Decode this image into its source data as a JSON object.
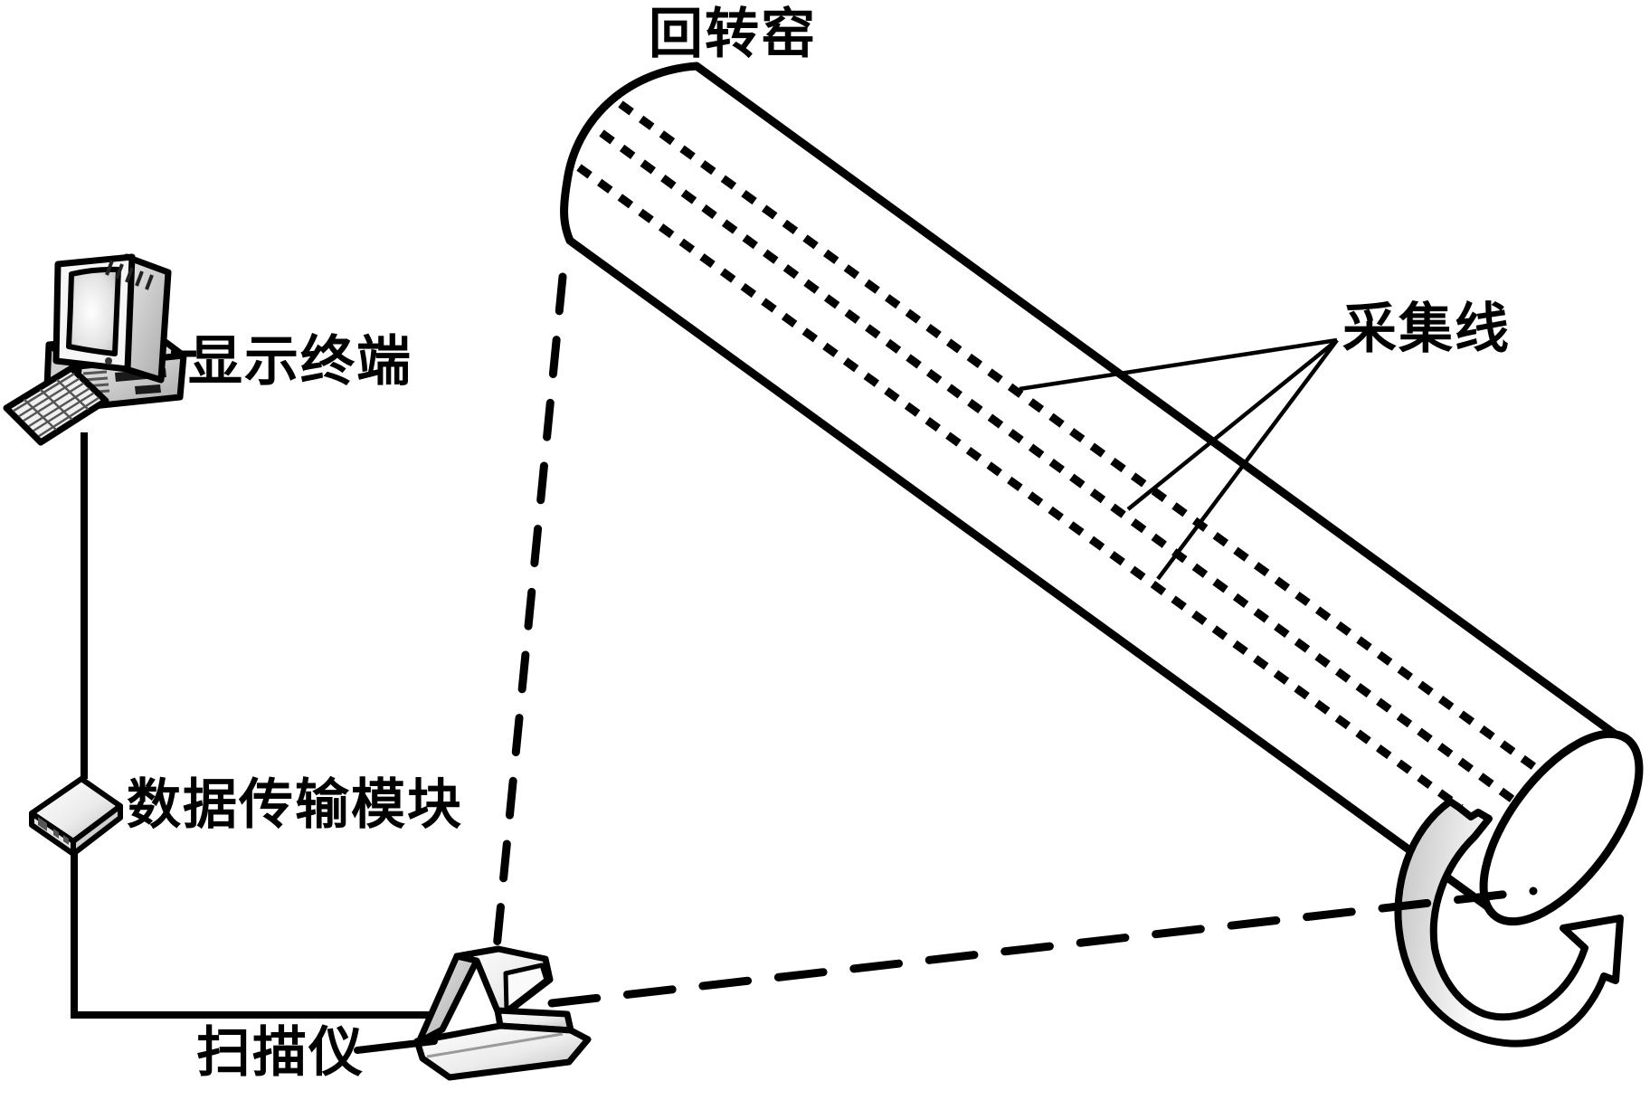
{
  "diagram": {
    "labels": {
      "kiln": "回转窑",
      "collection_lines": "采集线",
      "display_terminal": "显示终端",
      "data_transmission_module": "数据传输模块",
      "scanner": "扫描仪"
    },
    "icons": {
      "computer": "computer-icon",
      "data_module": "data-transmission-module-icon",
      "scanner": "scanner-icon",
      "kiln_cylinder": "rotary-kiln-cylinder",
      "rotation_arrow": "rotation-direction-arrow-icon"
    },
    "colors": {
      "ink": "#000000",
      "background": "#ffffff",
      "band_gray": "#c6c6c6",
      "icon_gray": "#d9d9d9"
    }
  }
}
